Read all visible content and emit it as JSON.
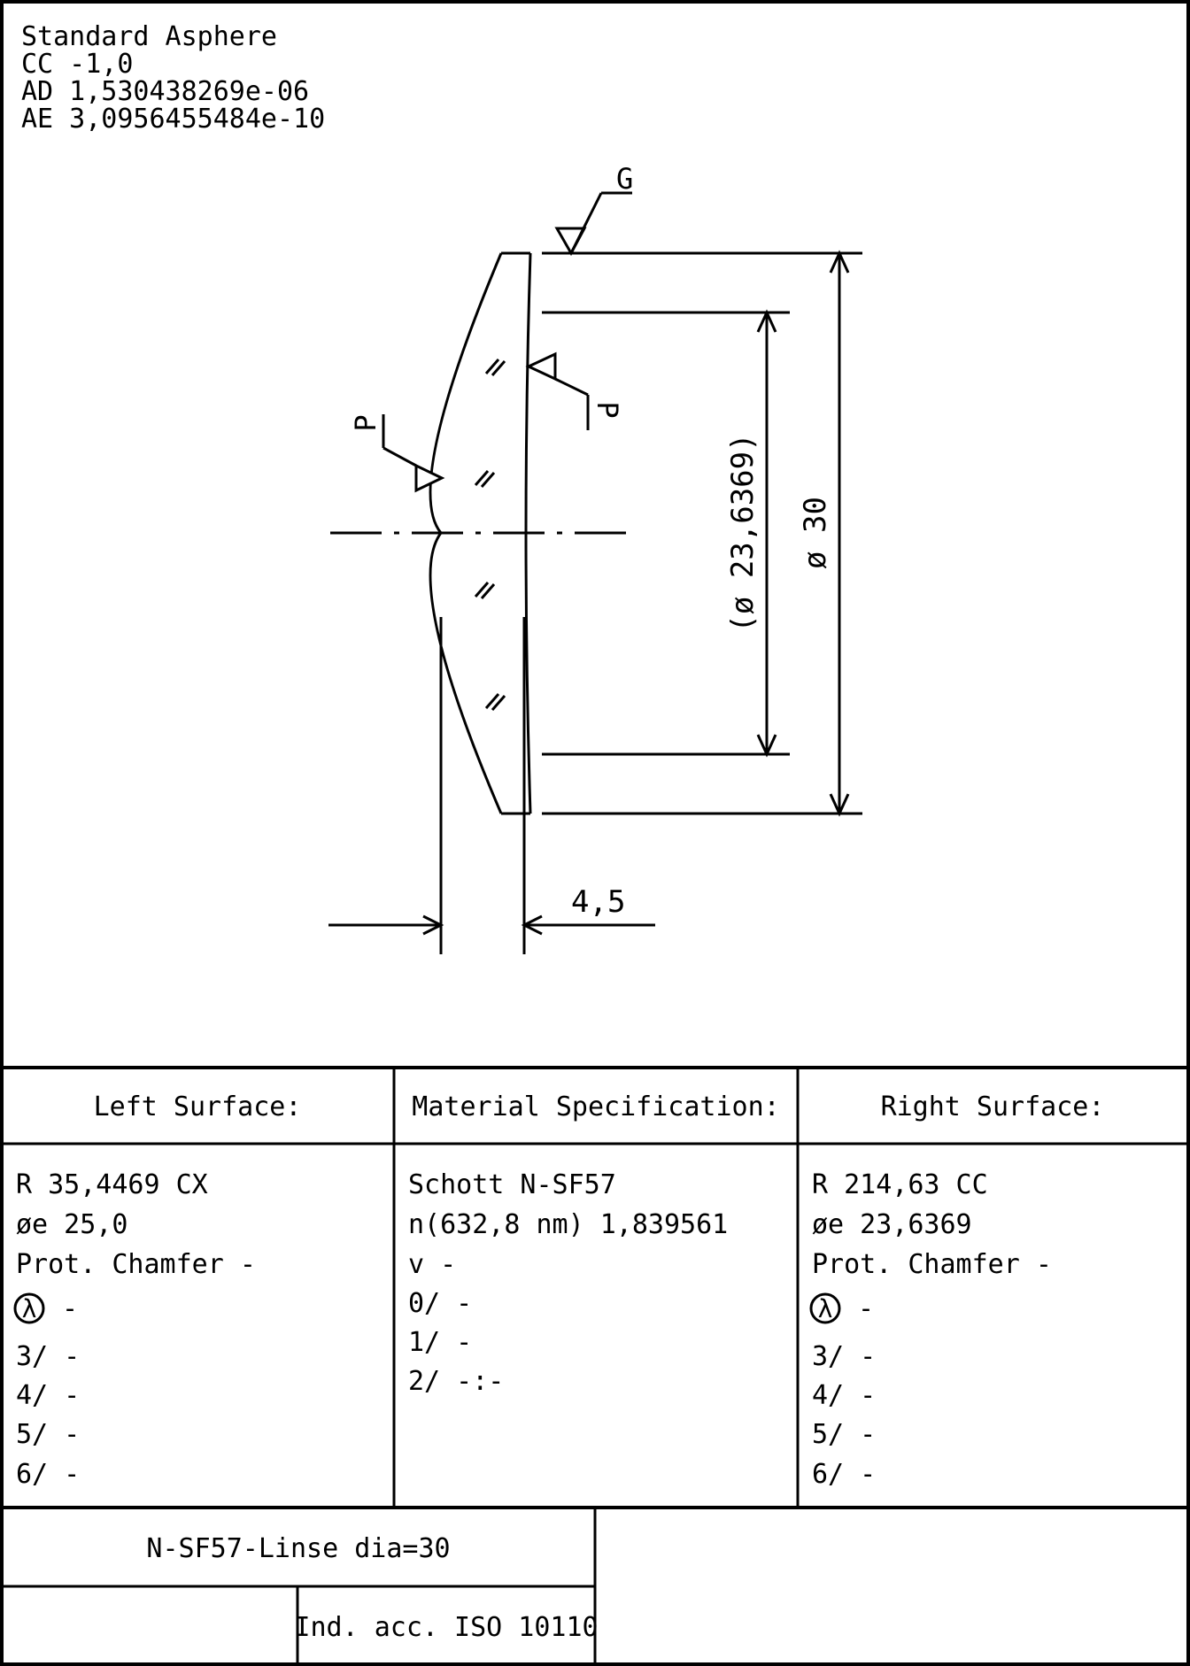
{
  "asphere": {
    "title": "Standard Asphere",
    "cc": "CC -1,0",
    "ad": "AD  1,530438269e-06",
    "ae": "AE  3,0956455484e-10"
  },
  "drawing": {
    "finish_top": "G",
    "finish_left": "P",
    "finish_right": "P",
    "diameter_inner": "(ø 23,6369)",
    "diameter_outer": "ø 30",
    "thickness": "4,5"
  },
  "table": {
    "left_header": "Left Surface:",
    "material_header": "Material Specification:",
    "right_header": "Right Surface:",
    "left": {
      "radius": "R  35,4469 CX",
      "diameter": "øe 25,0",
      "chamfer": "Prot. Chamfer -",
      "lambda_symbol": "λ",
      "lambda_value": "-",
      "tol3": "3/ -",
      "tol4": "4/ -",
      "tol5": "5/ -",
      "tol6": "6/ -"
    },
    "material": {
      "glass": "Schott N-SF57",
      "index": "n(632,8 nm) 1,839561",
      "abbe": "v  -",
      "tol0": "0/ -",
      "tol1": "1/ -",
      "tol2": "2/ -:-"
    },
    "right": {
      "radius": "R  214,63 CC",
      "diameter": "øe 23,6369",
      "chamfer": "Prot. Chamfer -",
      "lambda_symbol": "λ",
      "lambda_value": "-",
      "tol3": "3/ -",
      "tol4": "4/ -",
      "tol5": "5/ -",
      "tol6": "6/ -"
    }
  },
  "title_block": {
    "part_name": "N-SF57-Linse dia=30",
    "standard": "Ind. acc. ISO 10110"
  }
}
